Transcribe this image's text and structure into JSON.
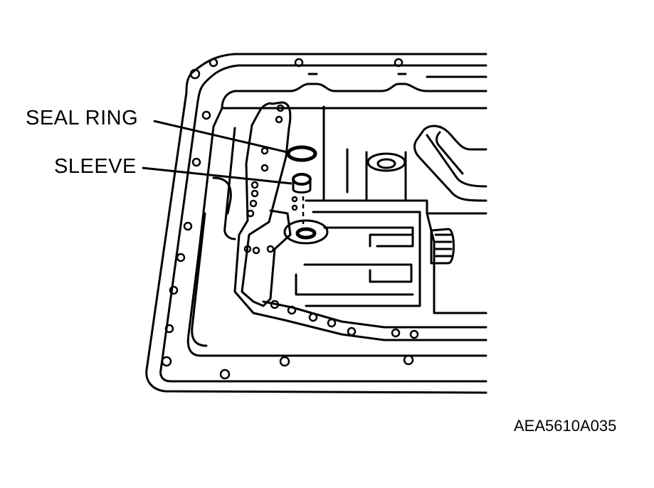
{
  "callouts": {
    "seal_ring": "SEAL RING",
    "sleeve": "SLEEVE"
  },
  "figure_code": "AEA5610A035",
  "colors": {
    "ink": "#000000",
    "paper": "#ffffff"
  }
}
